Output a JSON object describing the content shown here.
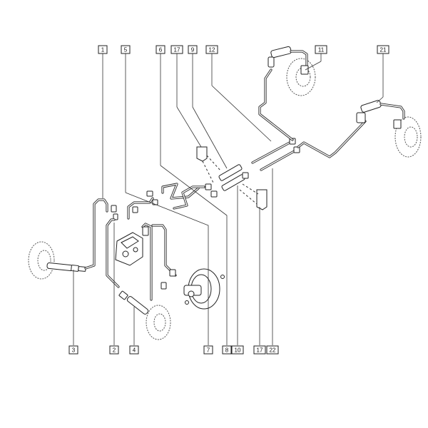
{
  "callouts": {
    "c1": "1",
    "c5": "5",
    "c6": "6",
    "c17a": "17",
    "c9": "9",
    "c12": "12",
    "c11": "11",
    "c21": "21",
    "c3": "3",
    "c2": "2",
    "c4": "4",
    "c7": "7",
    "c8": "8",
    "c10": "10",
    "c17b": "17",
    "c22": "22"
  }
}
